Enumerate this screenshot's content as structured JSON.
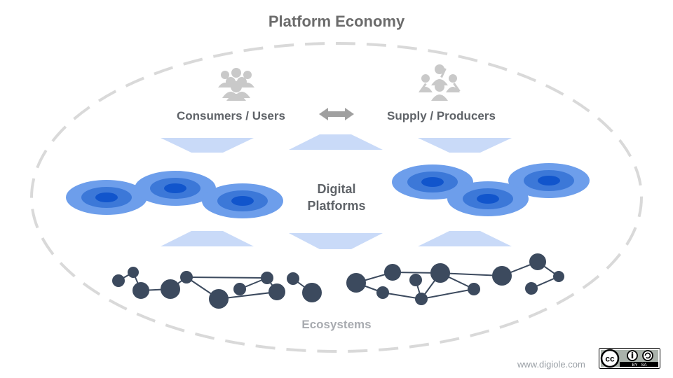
{
  "title": "Platform Economy",
  "consumers_label": "Consumers / Users",
  "producers_label": "Supply / Producers",
  "platforms_label_line1": "Digital",
  "platforms_label_line2": "Platforms",
  "ecosystems_label": "Ecosystems",
  "website": "www.digiole.com",
  "license": {
    "icon": "cc-by-sa-icon",
    "text": "BY   SA"
  },
  "icons": {
    "consumers": "group-of-people-icon",
    "producers": "workers-with-tools-icon",
    "exchange": "double-arrow-icon"
  },
  "colors": {
    "title": "#6b6b6b",
    "label": "#5f6368",
    "ecosystems": "#a8abb0",
    "arrow_light": "#c9daf8",
    "platform_outer": "#6d9eeb",
    "platform_mid": "#3c78d8",
    "platform_inner": "#1155cc",
    "network_node": "#3c4a5e",
    "dashed_ellipse": "#d9d9d9"
  }
}
